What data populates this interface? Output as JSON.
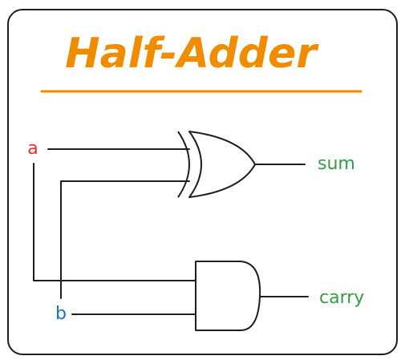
{
  "title": "Half-Adder",
  "inputs": {
    "a": "a",
    "b": "b"
  },
  "outputs": {
    "sum": "sum",
    "carry": "carry"
  },
  "gates": [
    "XOR",
    "AND"
  ],
  "colors": {
    "title": "#F08C00",
    "underline": "#F08C00",
    "input_a": "#E03131",
    "input_b": "#1971C2",
    "outputs": "#2F9E44",
    "stroke": "#1E1E1E"
  }
}
